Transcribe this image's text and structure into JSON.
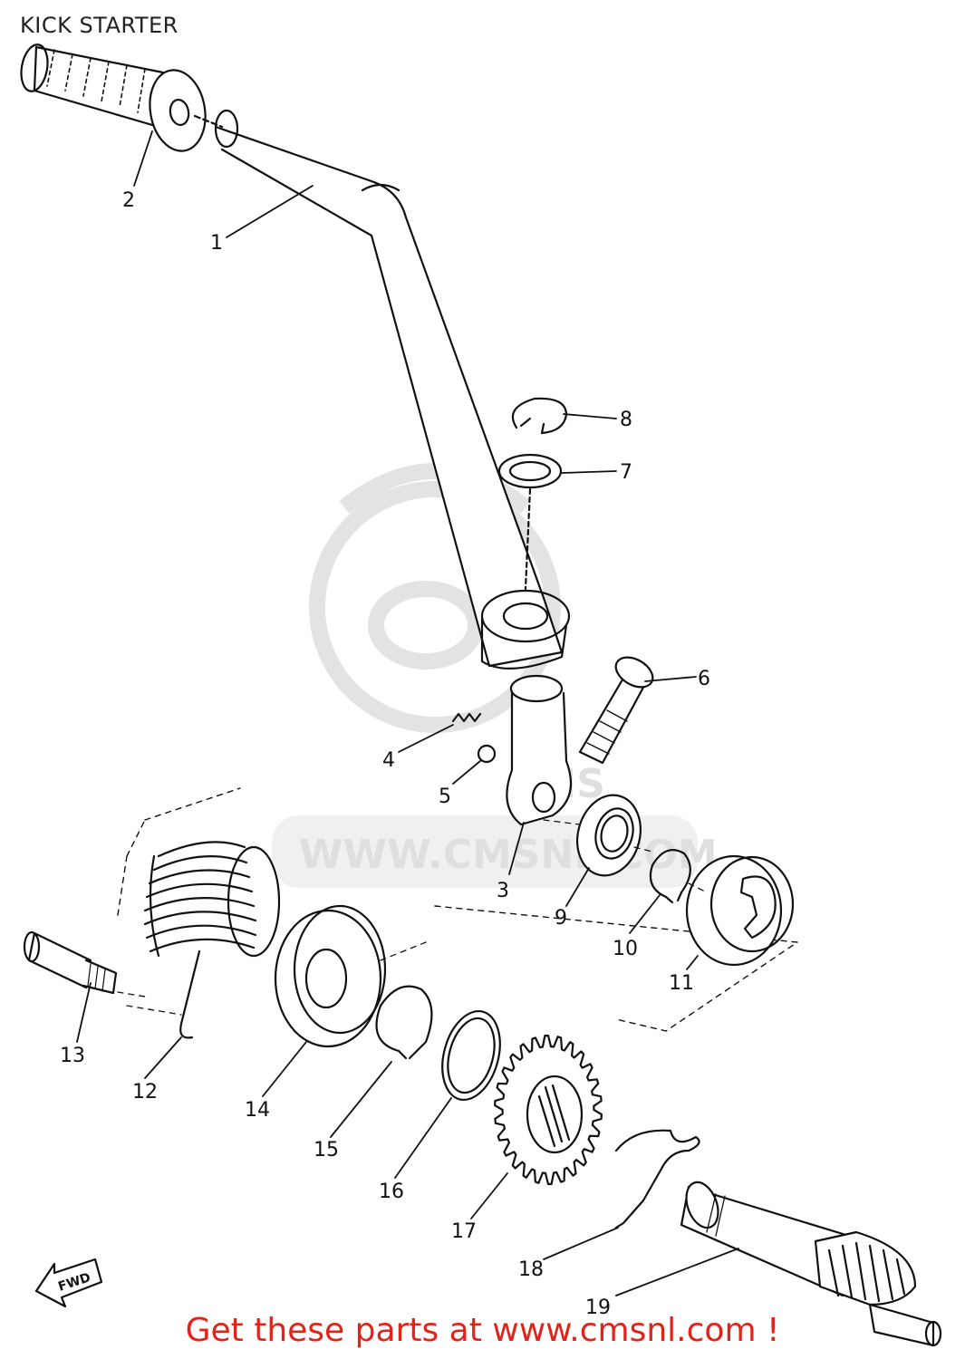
{
  "title": "KICK STARTER",
  "footer": "Get these parts at www.cmsnl.com !",
  "watermark": {
    "brand": "CMS",
    "url": "WWW.CMSNL.COM"
  },
  "direction_marker": "FWD",
  "parts": [
    {
      "n": "1"
    },
    {
      "n": "2"
    },
    {
      "n": "3"
    },
    {
      "n": "4"
    },
    {
      "n": "5"
    },
    {
      "n": "6"
    },
    {
      "n": "7"
    },
    {
      "n": "8"
    },
    {
      "n": "9"
    },
    {
      "n": "10"
    },
    {
      "n": "11"
    },
    {
      "n": "12"
    },
    {
      "n": "13"
    },
    {
      "n": "14"
    },
    {
      "n": "15"
    },
    {
      "n": "16"
    },
    {
      "n": "17"
    },
    {
      "n": "18"
    },
    {
      "n": "19"
    }
  ],
  "colors": {
    "line": "#111111",
    "footer": "#e2231a",
    "watermark": "#dcdcdc"
  }
}
